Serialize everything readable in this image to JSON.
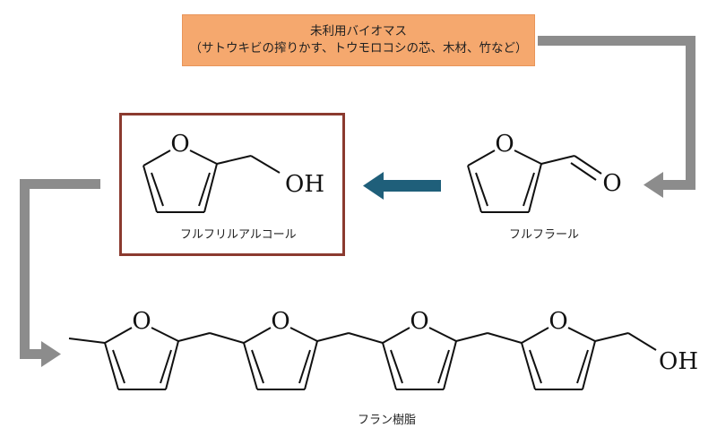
{
  "source": {
    "title": "未利用バイオマス",
    "subtitle": "（サトウキビの搾りかす、トウモロコシの芯、木材、竹など）"
  },
  "molecules": {
    "furfuryl_alcohol": {
      "label": "フルフリルアルコール",
      "atoms": {
        "ring_o": "O",
        "oh": "OH"
      }
    },
    "furfural": {
      "label": "フルフラール",
      "atoms": {
        "ring_o": "O",
        "carbonyl_o": "O"
      }
    },
    "furan_resin": {
      "label": "フラン樹脂",
      "atoms": {
        "ring_o": "O",
        "oh": "OH"
      }
    }
  },
  "colors": {
    "source_fill": "#f5a86e",
    "highlight_border": "#8b3a2f",
    "process_arrow": "#8c8c8c",
    "reaction_arrow": "#1f5f7a"
  }
}
